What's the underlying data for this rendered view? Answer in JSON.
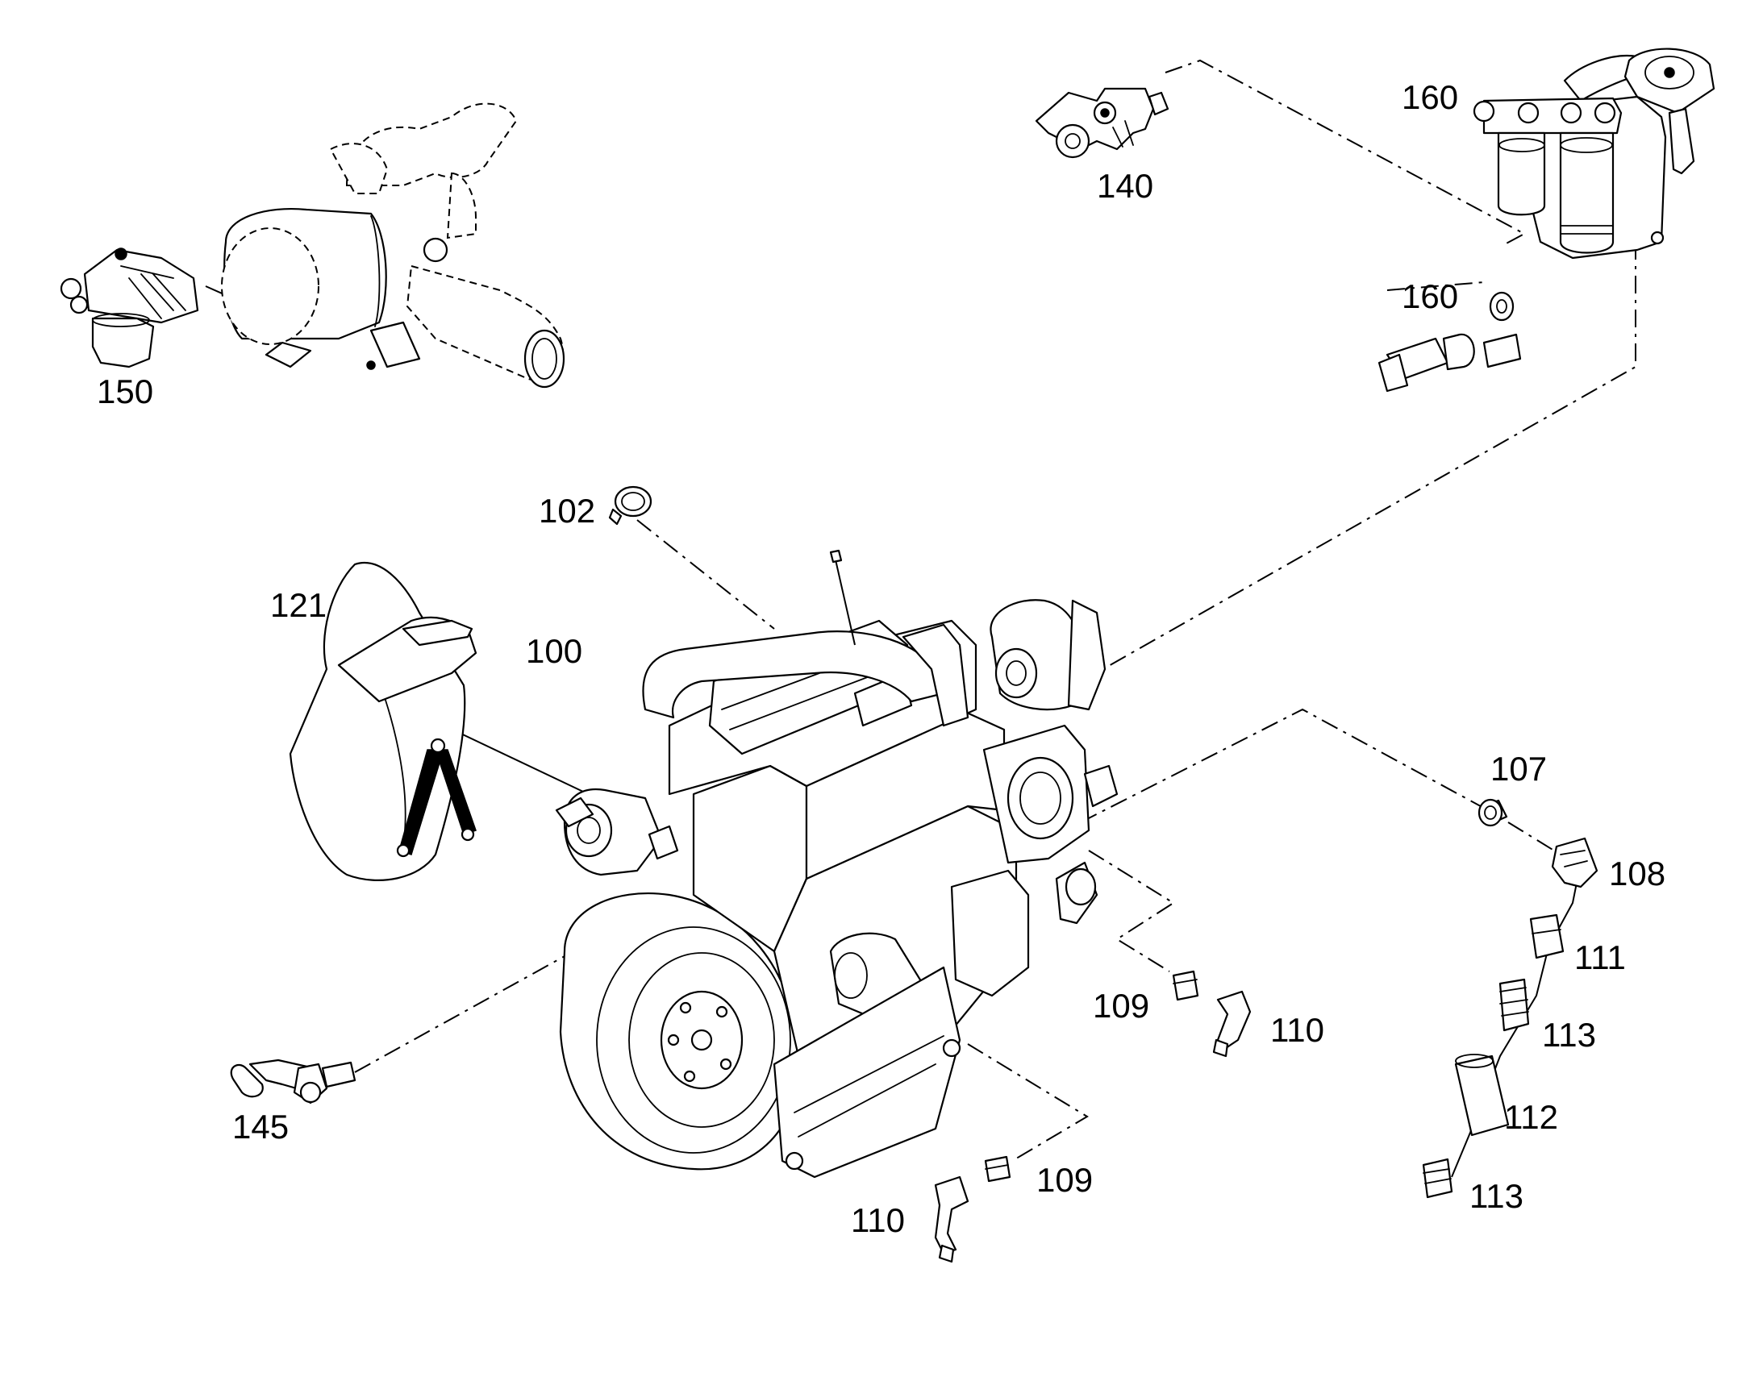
{
  "labels": {
    "l150": "150",
    "l140": "140",
    "l160a": "160",
    "l160b": "160",
    "l102": "102",
    "l121": "121",
    "l100": "100",
    "l107": "107",
    "l108": "108",
    "l111": "111",
    "l113a": "113",
    "l112": "112",
    "l113b": "113",
    "l109a": "109",
    "l110a": "110",
    "l145": "145",
    "l110b": "110",
    "l109b": "109"
  },
  "colors": {
    "line": "#000000",
    "background": "#ffffff"
  }
}
